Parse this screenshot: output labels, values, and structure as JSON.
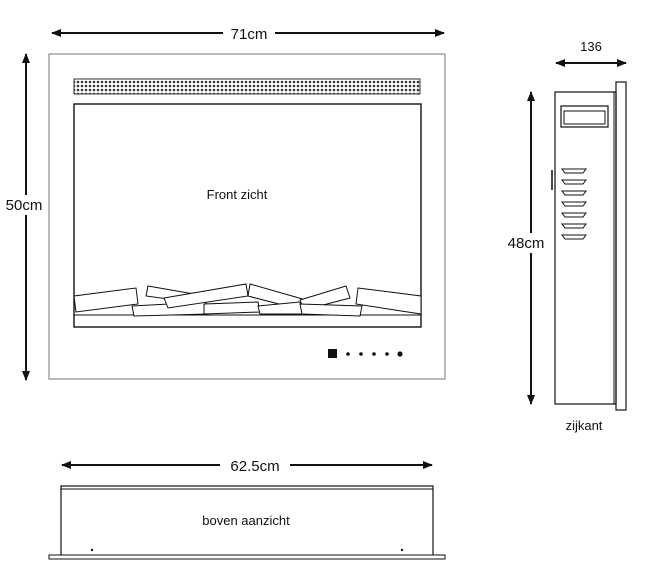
{
  "front": {
    "width_label": "71cm",
    "height_label": "50cm",
    "caption": "Front zicht"
  },
  "side": {
    "depth_label": "136",
    "height_label": "48cm",
    "caption": "zijkant"
  },
  "top": {
    "width_label": "62.5cm",
    "caption": "boven aanzicht"
  },
  "colors": {
    "line": "#111111",
    "grille": "#555555"
  }
}
